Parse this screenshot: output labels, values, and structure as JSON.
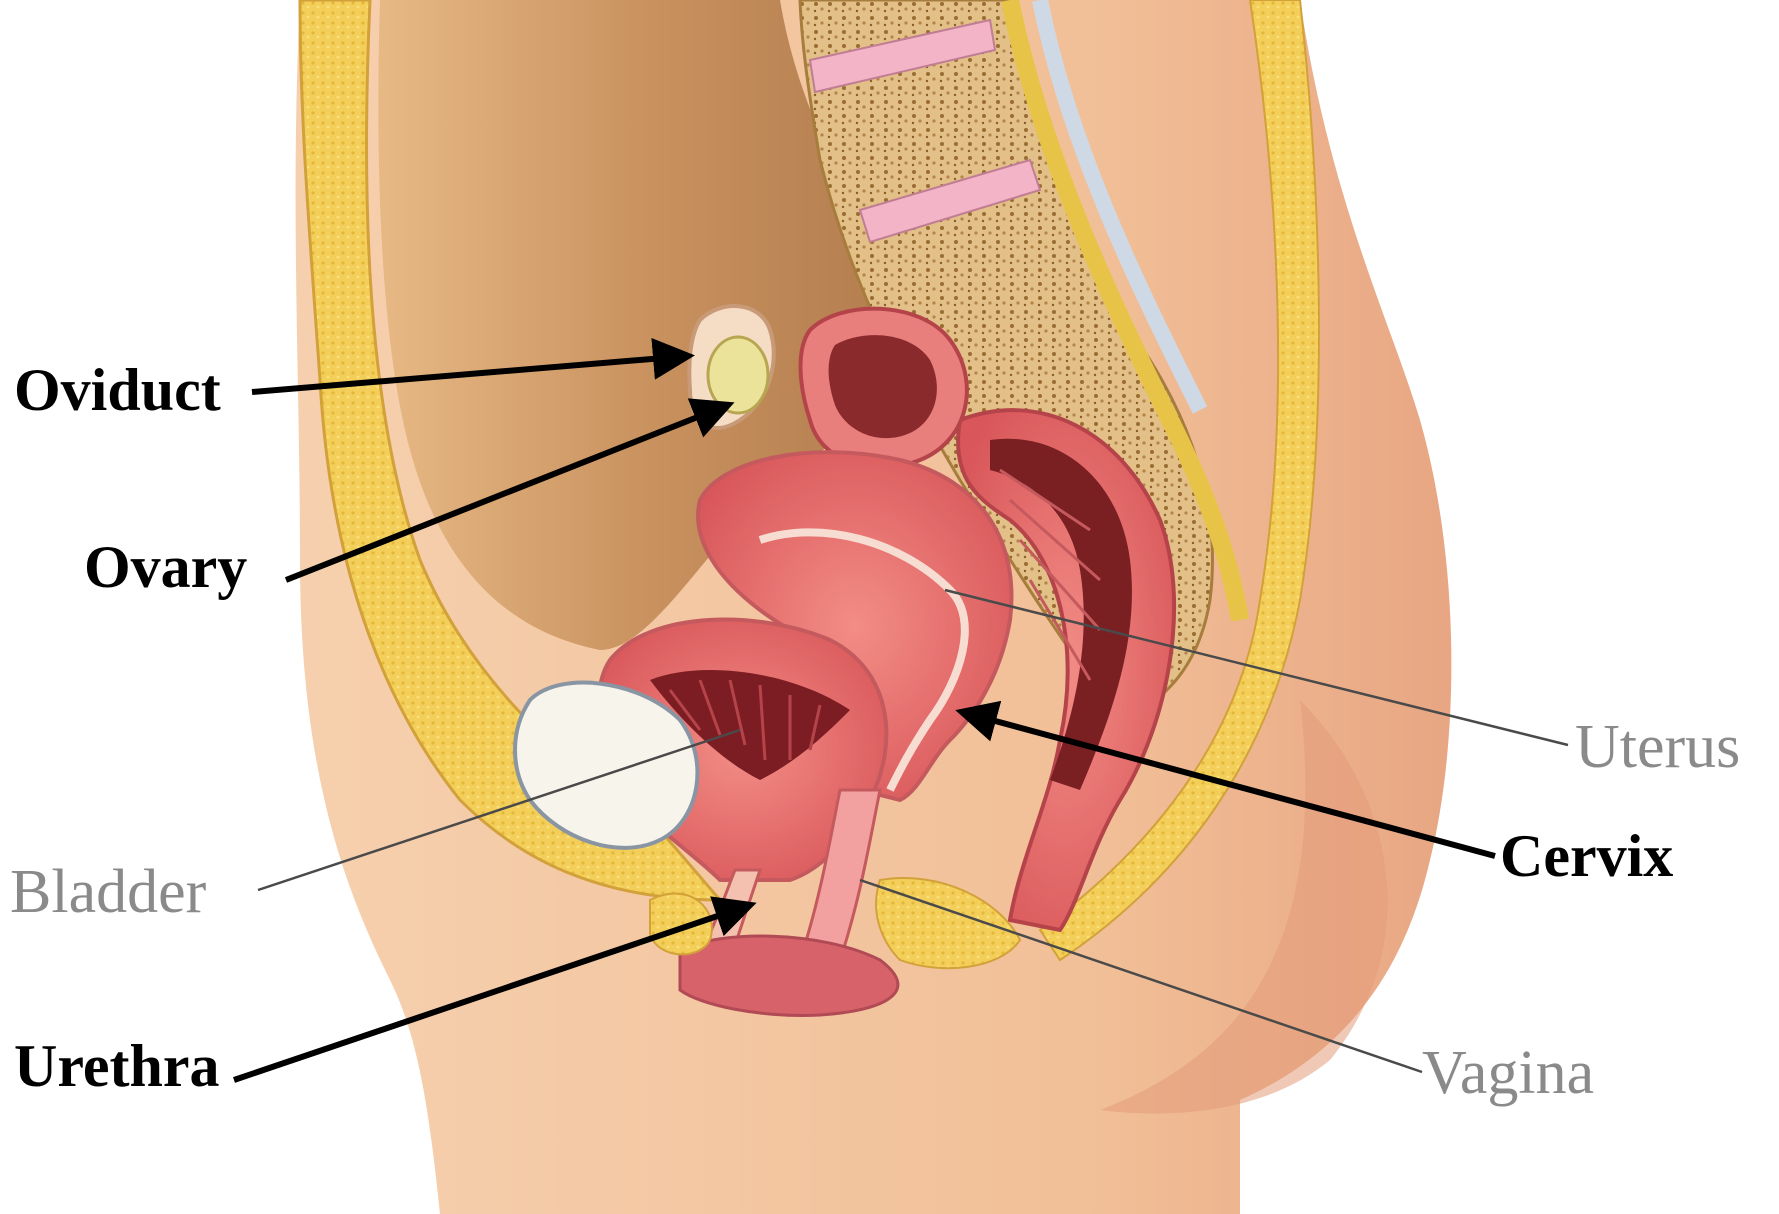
{
  "diagram": {
    "labels": {
      "oviduct": "Oviduct",
      "ovary": "Ovary",
      "uterus": "Uterus",
      "cervix": "Cervix",
      "bladder": "Bladder",
      "urethra": "Urethra",
      "vagina": "Vagina"
    }
  },
  "colors": {
    "skin": "#f4c9a3",
    "skin_shadow": "#dba47e",
    "fat": "#f2d35a",
    "bone": "#d9b46c",
    "muscle": "#e86a6a",
    "muscle_dark": "#8e2a2a",
    "arrow": "#000000",
    "leader_line": "#4a4a4a"
  }
}
